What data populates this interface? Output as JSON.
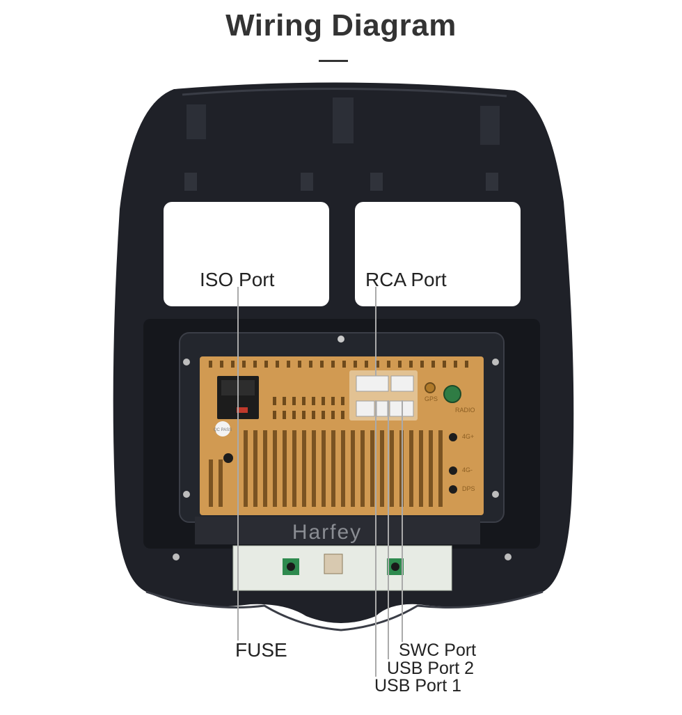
{
  "title": "Wiring Diagram",
  "watermark": "Harfey",
  "labels": {
    "iso_port": "ISO Port",
    "rca_port": "RCA Port",
    "fuse": "FUSE",
    "swc_port": "SWC Port",
    "usb_port_2": "USB Port 2",
    "usb_port_1": "USB Port 1"
  },
  "unit_markings": {
    "gps": "GPS",
    "radio": "RADIO",
    "ant_4g_plus": "4G+",
    "ant_4g_minus": "4G-",
    "dps": "DPS",
    "qc_sticker": "QC PASS"
  },
  "colors": {
    "bezel": "#1f2128",
    "unit_casing": "#d19a52",
    "pcb": "#2e8a4e",
    "text": "#222222"
  }
}
